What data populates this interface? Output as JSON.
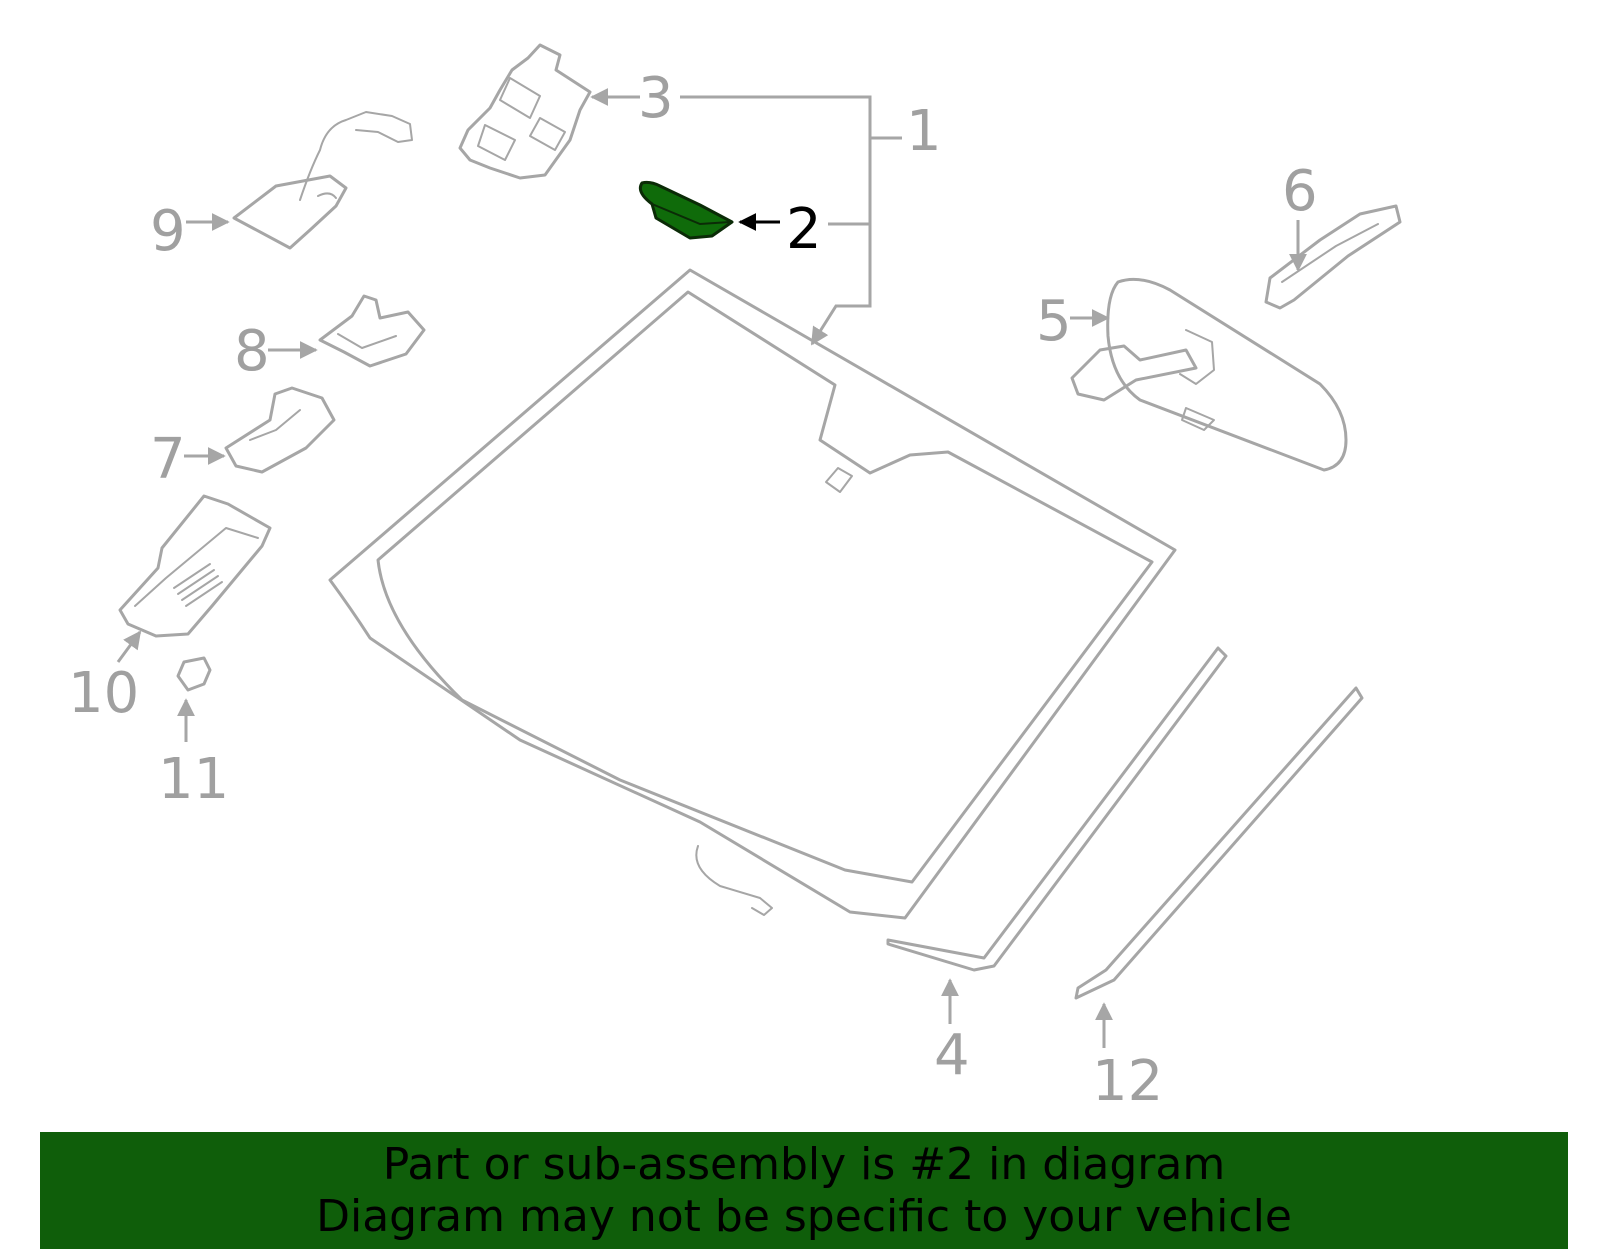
{
  "diagram": {
    "highlight_color": "#0f6b0a",
    "part_color": "#a6a6a6",
    "highlighted_part": "2",
    "callouts": [
      "1",
      "2",
      "3",
      "4",
      "5",
      "6",
      "7",
      "8",
      "9",
      "10",
      "11",
      "12"
    ]
  },
  "banner": {
    "background": "#0f5e0a",
    "line1": "Part or sub-assembly is #2 in diagram",
    "line2": "Diagram may not be specific to your vehicle"
  }
}
